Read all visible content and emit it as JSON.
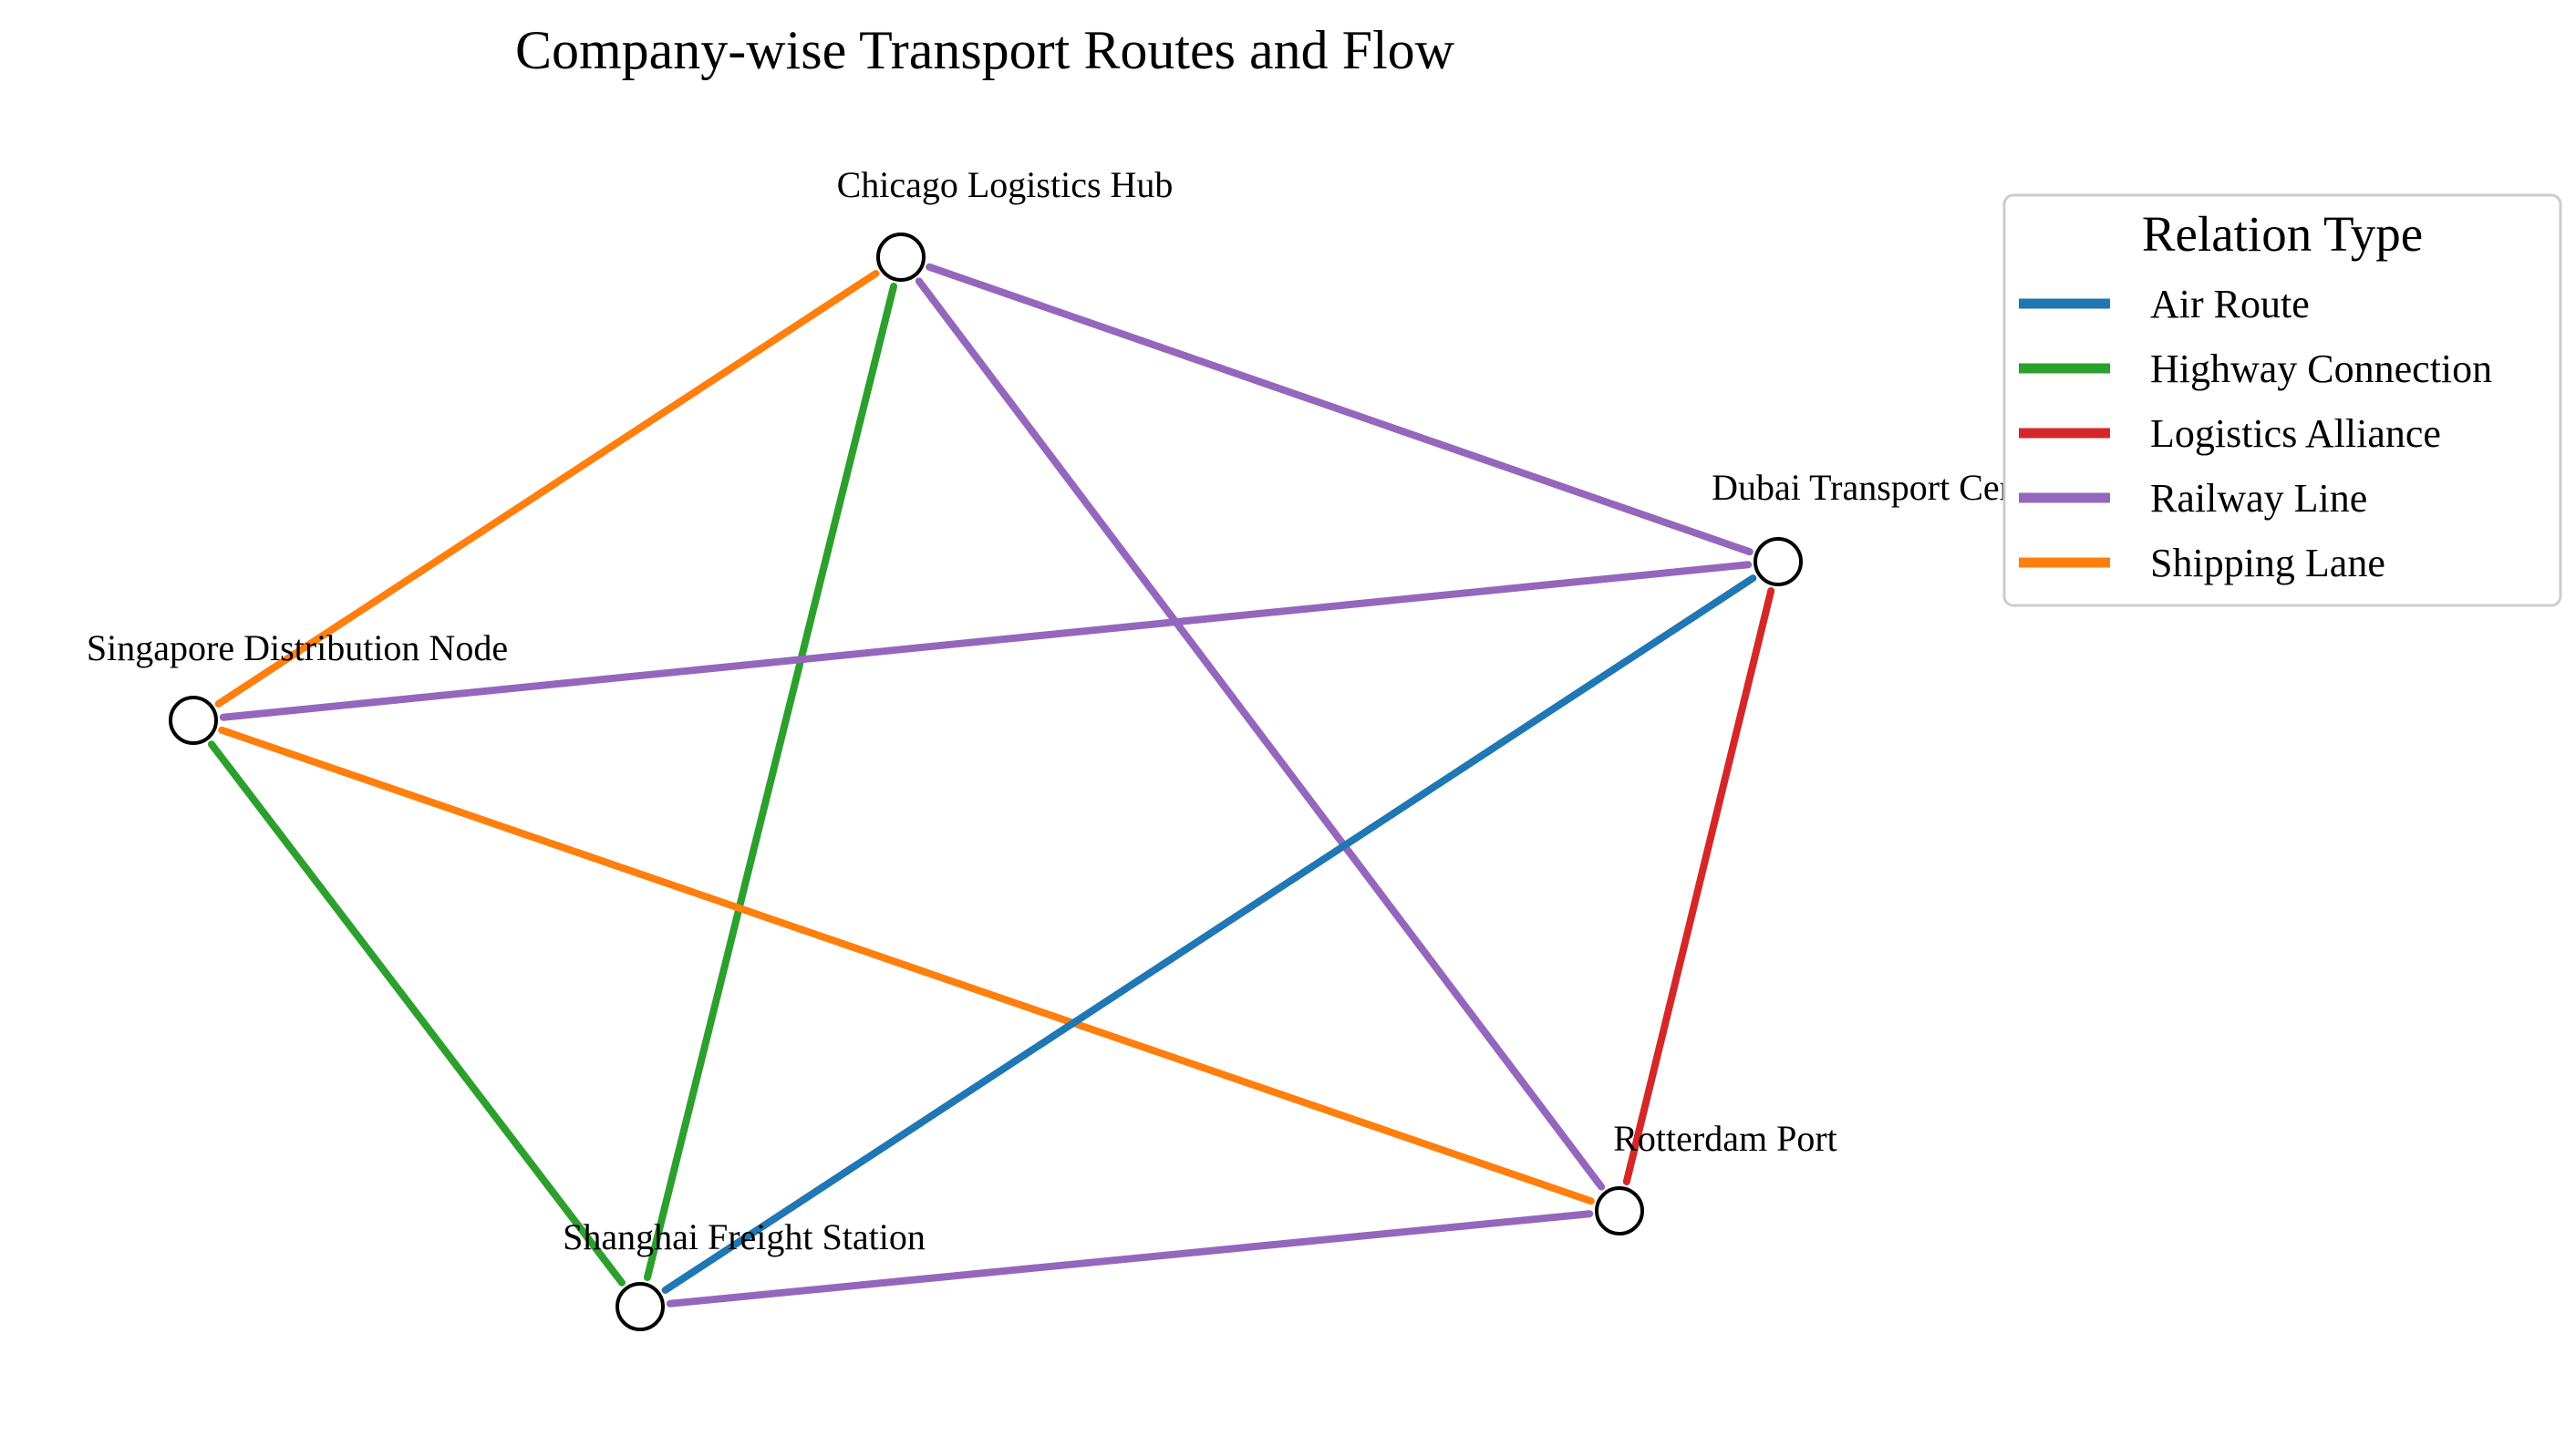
{
  "title": "Company-wise Transport Routes and Flow",
  "nodes": [
    {
      "id": "chicago",
      "label": "Chicago Logistics Hub"
    },
    {
      "id": "dubai",
      "label": "Dubai Transport Center"
    },
    {
      "id": "singapore",
      "label": "Singapore Distribution Node"
    },
    {
      "id": "rotterdam",
      "label": "Rotterdam Port"
    },
    {
      "id": "shanghai",
      "label": "Shanghai Freight Station"
    }
  ],
  "relation_types": [
    {
      "name": "Air Route",
      "color": "#1f77b4"
    },
    {
      "name": "Highway Connection",
      "color": "#2ca02c"
    },
    {
      "name": "Logistics Alliance",
      "color": "#d62728"
    },
    {
      "name": "Railway Line",
      "color": "#9467bd"
    },
    {
      "name": "Shipping Lane",
      "color": "#ff7f0e"
    }
  ],
  "edges": [
    {
      "source": "chicago",
      "target": "singapore",
      "type": "Shipping Lane"
    },
    {
      "source": "chicago",
      "target": "shanghai",
      "type": "Highway Connection"
    },
    {
      "source": "chicago",
      "target": "dubai",
      "type": "Railway Line"
    },
    {
      "source": "chicago",
      "target": "rotterdam",
      "type": "Railway Line"
    },
    {
      "source": "singapore",
      "target": "dubai",
      "type": "Railway Line"
    },
    {
      "source": "singapore",
      "target": "shanghai",
      "type": "Highway Connection"
    },
    {
      "source": "singapore",
      "target": "rotterdam",
      "type": "Shipping Lane"
    },
    {
      "source": "dubai",
      "target": "shanghai",
      "type": "Air Route"
    },
    {
      "source": "dubai",
      "target": "rotterdam",
      "type": "Logistics Alliance"
    },
    {
      "source": "shanghai",
      "target": "rotterdam",
      "type": "Railway Line"
    }
  ],
  "legend": {
    "title": "Relation Type",
    "entries": [
      "Air Route",
      "Highway Connection",
      "Logistics Alliance",
      "Railway Line",
      "Shipping Lane"
    ]
  }
}
